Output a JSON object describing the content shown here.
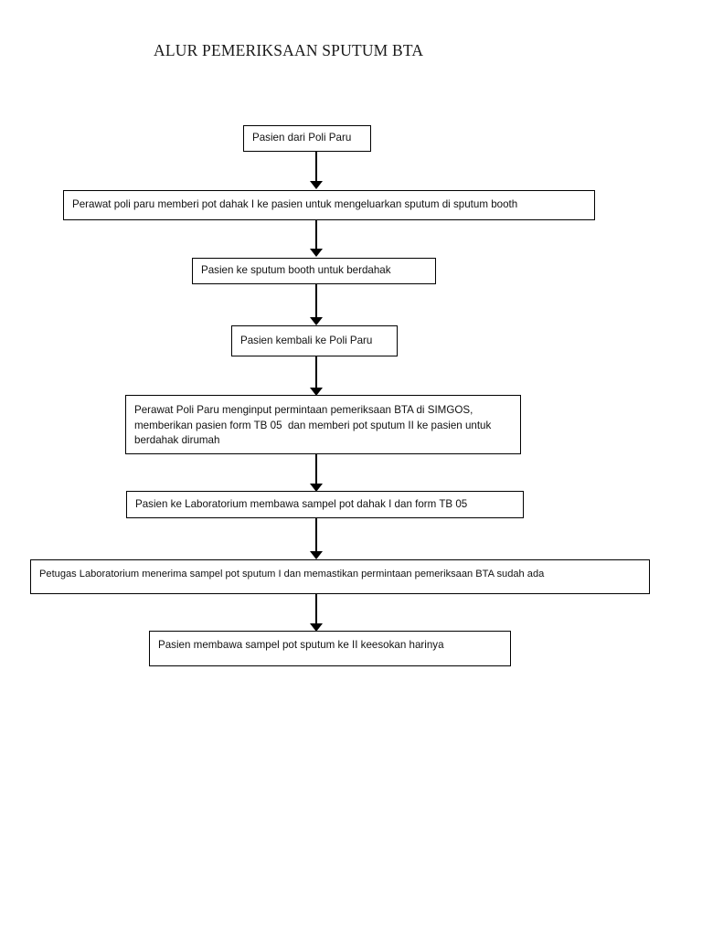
{
  "document": {
    "title": "ALUR PEMERIKSAAN SPUTUM BTA",
    "background_color": "#ffffff",
    "line_color": "#000000",
    "text_color": "#111111"
  },
  "flowchart": {
    "type": "flowchart",
    "orientation": "top-to-bottom",
    "node_count": 8,
    "connector_count": 7,
    "nodes": [
      {
        "id": "node-1",
        "label": "Pasien dari Poli Paru",
        "shape": "rectangle"
      },
      {
        "id": "node-2",
        "label": "Perawat poli paru memberi pot dahak I ke pasien untuk mengeluarkan sputum di sputum booth",
        "shape": "rectangle"
      },
      {
        "id": "node-3",
        "label": "Pasien ke sputum booth untuk berdahak",
        "shape": "rectangle"
      },
      {
        "id": "node-4",
        "label": "Pasien kembali ke Poli Paru",
        "shape": "rectangle"
      },
      {
        "id": "node-5",
        "label": "Perawat Poli Paru menginput permintaan pemeriksaan BTA di SIMGOS, memberikan pasien form TB 05  dan memberi pot sputum II ke pasien untuk berdahak dirumah",
        "shape": "rectangle"
      },
      {
        "id": "node-6",
        "label": "Pasien ke Laboratorium membawa sampel pot dahak I dan form TB 05",
        "shape": "rectangle"
      },
      {
        "id": "node-7",
        "label": "Petugas Laboratorium menerima sampel pot sputum I dan memastikan permintaan pemeriksaan BTA sudah ada",
        "shape": "rectangle"
      },
      {
        "id": "node-8",
        "label": "Pasien membawa sampel pot sputum ke II keesokan harinya",
        "shape": "rectangle"
      }
    ],
    "connectors": [
      {
        "id": "arrow-1",
        "from": "node-1",
        "to": "node-2",
        "style": "solid-arrow-down"
      },
      {
        "id": "arrow-2",
        "from": "node-2",
        "to": "node-3",
        "style": "solid-arrow-down"
      },
      {
        "id": "arrow-3",
        "from": "node-3",
        "to": "node-4",
        "style": "solid-arrow-down"
      },
      {
        "id": "arrow-4",
        "from": "node-4",
        "to": "node-5",
        "style": "solid-arrow-down"
      },
      {
        "id": "arrow-5",
        "from": "node-5",
        "to": "node-6",
        "style": "solid-arrow-down"
      },
      {
        "id": "arrow-6",
        "from": "node-6",
        "to": "node-7",
        "style": "solid-arrow-down"
      },
      {
        "id": "arrow-7",
        "from": "node-7",
        "to": "node-8",
        "style": "solid-arrow-down"
      }
    ]
  }
}
